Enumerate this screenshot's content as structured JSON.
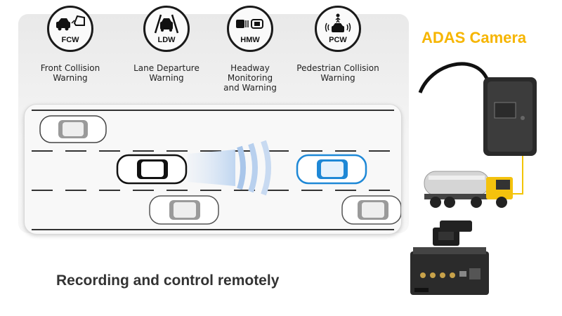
{
  "features": [
    {
      "abbr": "FCW",
      "line1": "Front Collision",
      "line2": "Warning",
      "icon": "front-collision-icon"
    },
    {
      "abbr": "LDW",
      "line1": "Lane Departure",
      "line2": "Warning",
      "icon": "lane-departure-icon"
    },
    {
      "abbr": "HMW",
      "line1": "Headway Monitoring",
      "line2": "and Warning",
      "icon": "headway-icon"
    },
    {
      "abbr": "PCW",
      "line1": "Pedestrian Collision",
      "line2": "Warning",
      "icon": "pedestrian-icon"
    }
  ],
  "product": {
    "heading": "ADAS Camera"
  },
  "caption": "Recording and control remotely",
  "colors": {
    "heading": "#f6b500",
    "lead_car": "#1e88d6",
    "sensor_wave": "#b9d2f0",
    "cable": "#f2c400"
  }
}
